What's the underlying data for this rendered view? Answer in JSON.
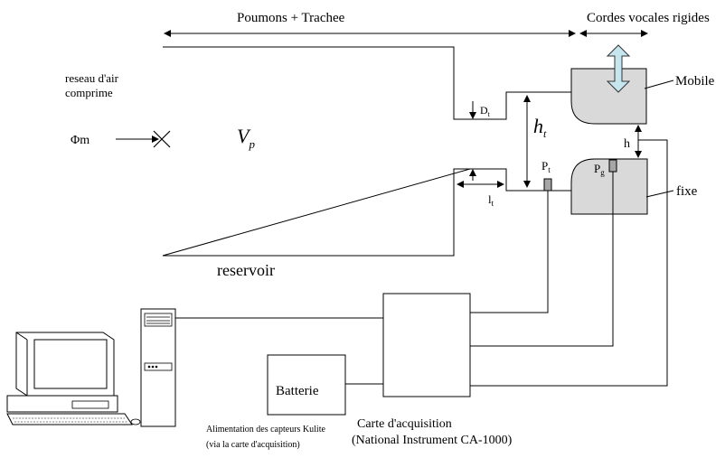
{
  "labels": {
    "poumons_trachee": "Poumons + Trachee",
    "cordes_vocales": "Cordes vocales rigides",
    "reseau_line1": "reseau d'air",
    "reseau_line2": "comprime",
    "phi_m": "Φm",
    "vp_main": "V",
    "vp_sub": "p",
    "reservoir": "reservoir",
    "dt_main": "D",
    "dt_sub": "t",
    "ht_main": "h",
    "ht_sub": "t",
    "lt_main": "l",
    "lt_sub": "t",
    "pt_main": "P",
    "pt_sub": "t",
    "pg_main": "P",
    "pg_sub": "g",
    "h": "h",
    "mobile": "Mobile",
    "fixe": "fixe",
    "batterie": "Batterie",
    "alim_line1": "Alimentation des capteurs Kulite",
    "alim_line2": "(via la carte d'acquisition)",
    "carte_line1": "Carte d'acquisition",
    "carte_line2": "(National Instrument CA-1000)"
  },
  "colors": {
    "line": "#000000",
    "vocal_fold_fill": "#d9d9d9",
    "sensor_fill": "#a6a6a6",
    "arrow_fill": "#c6e6ef",
    "arrow_stroke": "#333333"
  },
  "icons": {
    "computer": "desktop-computer-icon",
    "mobility_arrow": "double-arrow-icon",
    "cross": "cross-icon"
  }
}
